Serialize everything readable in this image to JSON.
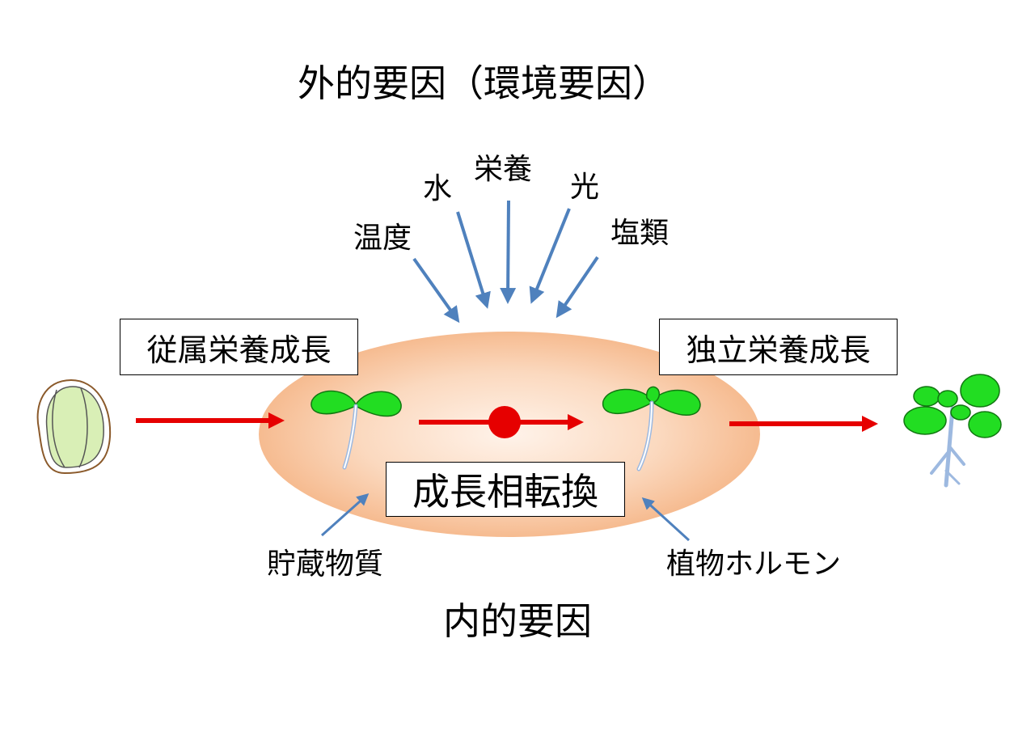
{
  "titles": {
    "external": "外的要因（環境要因）",
    "internal": "内的要因"
  },
  "external_factors": {
    "temperature": "温度",
    "water": "水",
    "nutrition": "栄養",
    "light": "光",
    "salts": "塩類"
  },
  "internal_factors": {
    "storage": "貯蔵物質",
    "hormone": "植物ホルモン"
  },
  "stages": {
    "dependent": "従属栄養成長",
    "independent": "独立栄養成長",
    "transition": "成長相転換"
  },
  "colors": {
    "arrow_red": "#e60000",
    "arrow_blue": "#4f81bd",
    "leaf_green": "#22dd22",
    "seed_green": "#d9efb6",
    "root": "#9db9e0",
    "ellipse_center": "#fde8da",
    "ellipse_edge": "#f7c29a"
  }
}
